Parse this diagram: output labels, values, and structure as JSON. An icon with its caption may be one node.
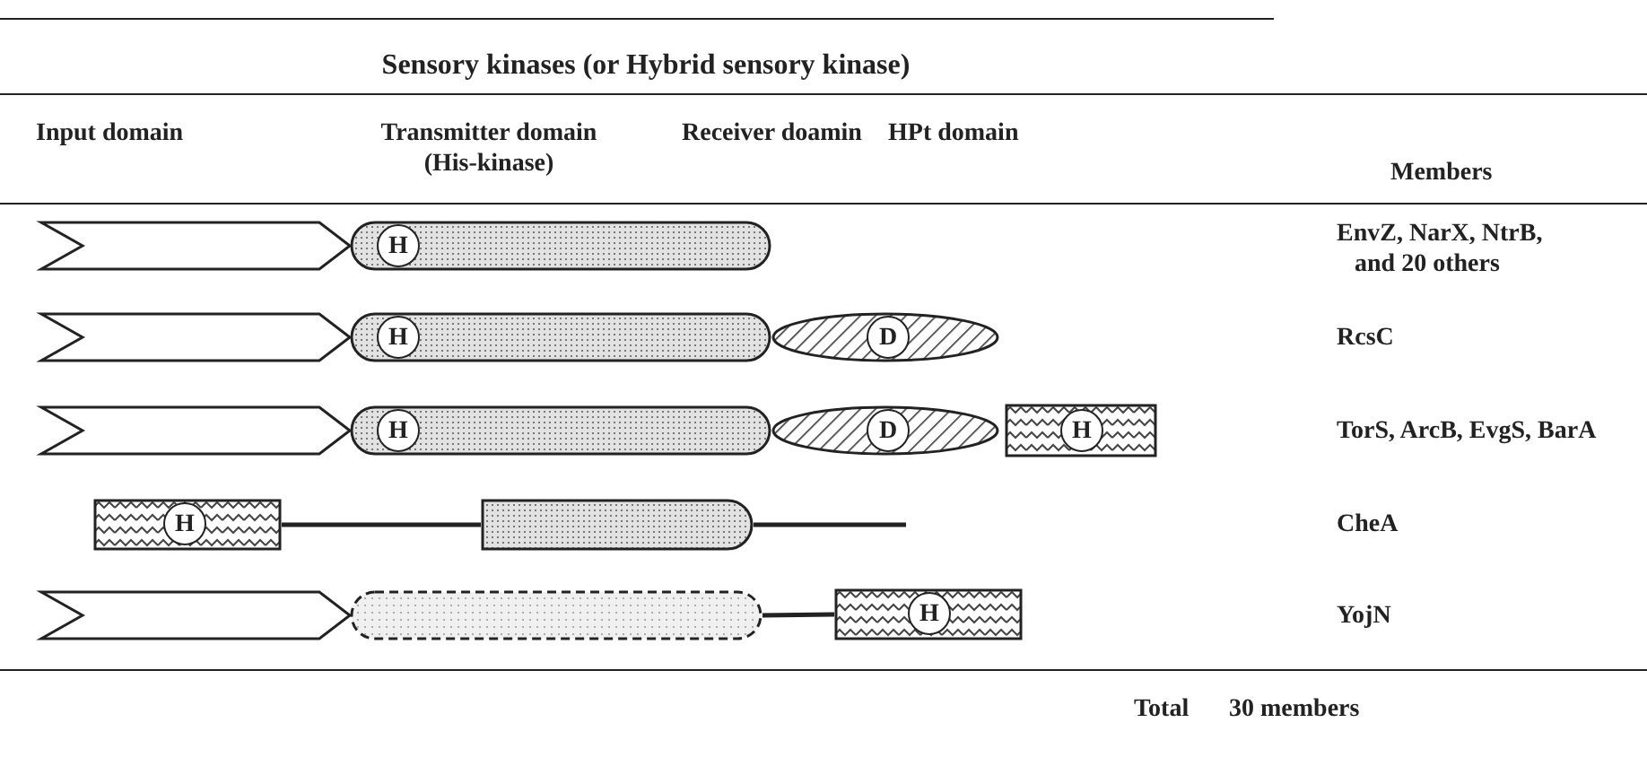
{
  "diagram": {
    "title": "Sensory kinases (or Hybrid sensory kinase)",
    "nodes": [
      {
        "text": [],
        "shape": "pentagon"
      },
      {
        "text": [],
        "shape": "bar"
      },
      {
        "text": [
          "H"
        ],
        "in": 1
      },
      {
        "text": [],
        "shape": "pentagon"
      },
      {
        "text": [],
        "shape": "bar"
      },
      {
        "text": [
          "H"
        ],
        "in": 4
      },
      {
        "text": [],
        "shape": "ellipse"
      },
      {
        "text": [
          "D"
        ],
        "in": 6
      },
      {
        "text": [],
        "shape": "pentagon"
      },
      {
        "text": [],
        "shape": "bar"
      },
      {
        "text": [
          "H"
        ],
        "in": 9
      },
      {
        "text": [],
        "shape": "ellipse"
      },
      {
        "text": [
          "D"
        ],
        "in": 11
      },
      {
        "text": [],
        "shape": "box"
      },
      {
        "text": [
          "H"
        ],
        "in": 13
      },
      {
        "text": [],
        "shape": "box"
      },
      {
        "text": [
          "H"
        ],
        "in": 15
      },
      {
        "text": [],
        "shape": "box"
      },
      {
        "text": [],
        "shape": "pentagon"
      },
      {
        "text": [],
        "shape": "bar"
      },
      {
        "text": [],
        "shape": "box"
      },
      {
        "text": [
          "H"
        ],
        "in": 20
      }
    ],
    "edges": [
      {
        "from": 15,
        "to": 17,
        "arrow": "none"
      },
      {
        "from": 17,
        "to": null,
        "arrow": "none"
      },
      {
        "from": 19,
        "to": 20,
        "arrow": "none"
      }
    ],
    "labels": [
      "Input domain",
      "Transmitter domain (His-kinase)",
      "Receiver doamin",
      "HPt domain",
      "Members",
      "EnvZ, NarX, NtrB, and 20 others",
      "RcsC",
      "TorS, ArcB, EvgS, BarA",
      "CheA",
      "YojN",
      "Total",
      "30 members"
    ]
  }
}
